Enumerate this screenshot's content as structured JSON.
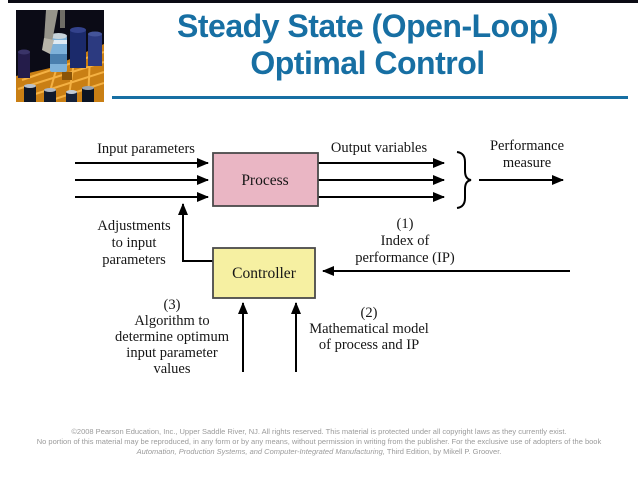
{
  "slide": {
    "title_line1": "Steady State (Open-Loop)",
    "title_line2": "Optimal Control",
    "accent_color": "#176fa3"
  },
  "diagram": {
    "process_label": "Process",
    "controller_label": "Controller",
    "input_parameters": "Input parameters",
    "output_variables": "Output variables",
    "performance_line1": "Performance",
    "performance_line2": "measure",
    "adjustments_line1": "Adjustments",
    "adjustments_line2": "to input",
    "adjustments_line3": "parameters",
    "index_line1": "(1)",
    "index_line2": "Index of",
    "index_line3": "performance (IP)",
    "model_line1": "(2)",
    "model_line2": "Mathematical model",
    "model_line3": "of process and IP",
    "algorithm_line1": "(3)",
    "algorithm_line2": "Algorithm to",
    "algorithm_line3": "determine optimum",
    "algorithm_line4": "input parameter",
    "algorithm_line5": "values",
    "colors": {
      "process_fill": "#eab6c4",
      "controller_fill": "#f6f0a2",
      "line_color": "#000000"
    }
  },
  "footer": {
    "line1": "©2008 Pearson Education, Inc., Upper Saddle River, NJ.  All rights reserved.  This material is protected under all copyright laws as they currently exist.",
    "line2": "No portion of this material may be reproduced, in any form or by any means, without permission in writing from the publisher.  For the exclusive use of adopters of the book",
    "line3_italic": "Automation, Production Systems, and Computer-Integrated Manufacturing,",
    "line3_rest": " Third Edition, by Mikell P. Groover."
  }
}
